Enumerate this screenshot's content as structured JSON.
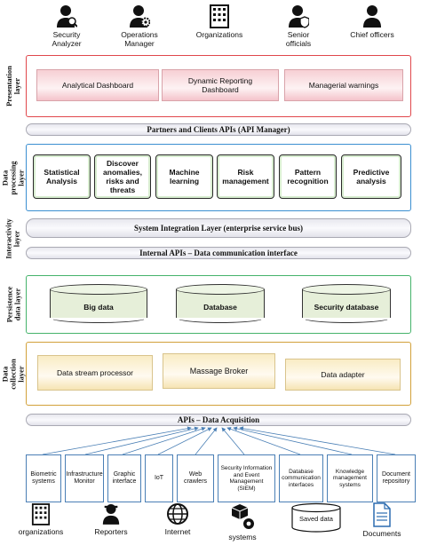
{
  "users": [
    {
      "label": "Security\nAnalyzer",
      "icon": "person-search-icon"
    },
    {
      "label": "Operations\nManager",
      "icon": "person-gear-icon"
    },
    {
      "label": "Organizations",
      "icon": "building-icon"
    },
    {
      "label": "Senior\nofficials",
      "icon": "person-shield-icon"
    },
    {
      "label": "Chief officers",
      "icon": "person-icon"
    }
  ],
  "layers": {
    "presentation": {
      "label": "Presentation\nlayer",
      "color": "#e0474c",
      "items": [
        "Analytical Dashboard",
        "Dynamic Reporting Dashboard",
        "Managerial warnings"
      ]
    },
    "data_processing": {
      "label": "Data processing\nlayer",
      "color": "#3b8fd1",
      "items": [
        "Statistical Analysis",
        "Discover anomalies, risks and threats",
        "Machine learning",
        "Risk management",
        "Pattern recognition",
        "Predictive analysis"
      ]
    },
    "interactivity": {
      "label": "Interactivity\nlayer"
    },
    "persistence": {
      "label": "Persistence\ndata layer",
      "color": "#45b36b",
      "items": [
        "Big data",
        "Database",
        "Security database"
      ]
    },
    "data_collection": {
      "label": "Data collection\nlayer",
      "color": "#d2a13a",
      "items": [
        "Data stream processor",
        "Massage Broker",
        "Data adapter"
      ]
    }
  },
  "banners": {
    "partners_apis": "Partners and Clients APIs (API Manager)",
    "system_integration": "System Integration Layer  (enterprise service bus)",
    "internal_apis": "Internal APIs  – Data communication interface",
    "data_acquisition": "APIs – Data Acquisition"
  },
  "sources": [
    "Biometric systems",
    "Infrastructure Monitor",
    "Graphic interface",
    "IoT",
    "Web crawlers",
    "Security Information and Event Management (SIEM)",
    "Database communication interfaces",
    "Knowledge management systems",
    "Document repository"
  ],
  "bottom": [
    {
      "label": "organizations",
      "icon": "building-icon"
    },
    {
      "label": "Reporters",
      "icon": "reporter-icon"
    },
    {
      "label": "Internet",
      "icon": "globe-icon"
    },
    {
      "label": "systems",
      "icon": "cubes-gear-icon"
    },
    {
      "label": "Saved data",
      "icon": "database-icon"
    },
    {
      "label": "Documents",
      "icon": "document-icon"
    }
  ],
  "colors": {
    "arrow": "#4a7fb5",
    "source_border": "#4a7fb5"
  }
}
